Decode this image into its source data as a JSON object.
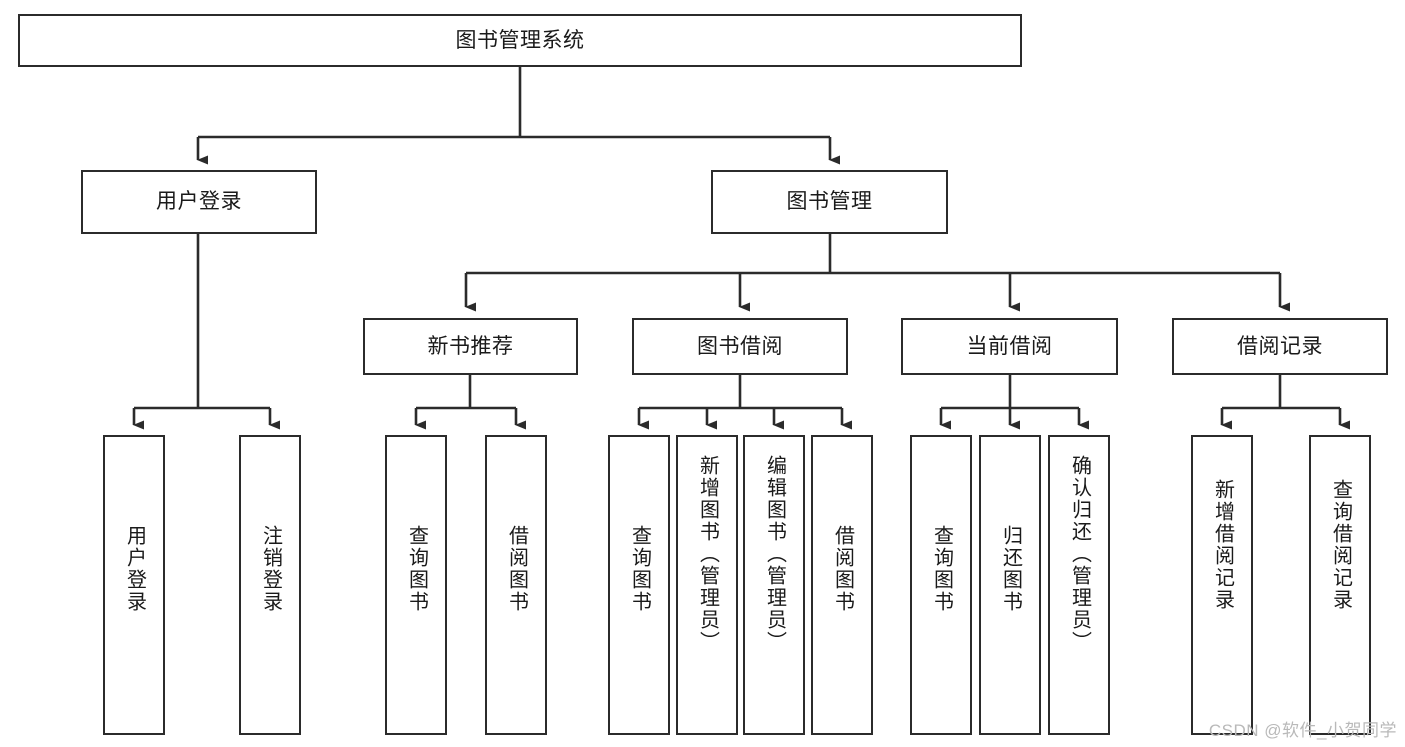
{
  "diagram": {
    "type": "tree-hierarchy",
    "title": "图书管理系统",
    "watermark": "CSDN @软件_小贺同学",
    "colors": {
      "box_border": "#2b2b2b",
      "box_fill": "#ffffff",
      "connector": "#2b2b2b",
      "text": "#1a1a1a",
      "watermark": "#b9b9b9"
    },
    "levels": {
      "level1": "系统",
      "level2": "模块",
      "level3": "功能分组",
      "level4": "功能点"
    },
    "root": {
      "label": "图书管理系统",
      "orientation": "horizontal"
    },
    "level2": [
      {
        "label": "用户登录",
        "orientation": "horizontal"
      },
      {
        "label": "图书管理",
        "orientation": "horizontal"
      }
    ],
    "level3": [
      {
        "label": "新书推荐",
        "orientation": "horizontal"
      },
      {
        "label": "图书借阅",
        "orientation": "horizontal"
      },
      {
        "label": "当前借阅",
        "orientation": "horizontal"
      },
      {
        "label": "借阅记录",
        "orientation": "horizontal"
      }
    ],
    "leaves": {
      "user_login": [
        {
          "label": "用户登录",
          "orientation": "vertical"
        },
        {
          "label": "注销登录",
          "orientation": "vertical"
        }
      ],
      "new_book_recommend": [
        {
          "label": "查询图书",
          "orientation": "vertical"
        },
        {
          "label": "借阅图书",
          "orientation": "vertical"
        }
      ],
      "book_borrow": [
        {
          "label": "查询图书",
          "orientation": "vertical"
        },
        {
          "label": "新增图书（管理员）",
          "orientation": "vertical"
        },
        {
          "label": "编辑图书（管理员）",
          "orientation": "vertical"
        },
        {
          "label": "借阅图书",
          "orientation": "vertical"
        }
      ],
      "current_borrow": [
        {
          "label": "查询图书",
          "orientation": "vertical"
        },
        {
          "label": "归还图书",
          "orientation": "vertical"
        },
        {
          "label": "确认归还（管理员）",
          "orientation": "vertical"
        }
      ],
      "borrow_record": [
        {
          "label": "新增借阅记录",
          "orientation": "vertical"
        },
        {
          "label": "查询借阅记录",
          "orientation": "vertical"
        }
      ]
    }
  }
}
